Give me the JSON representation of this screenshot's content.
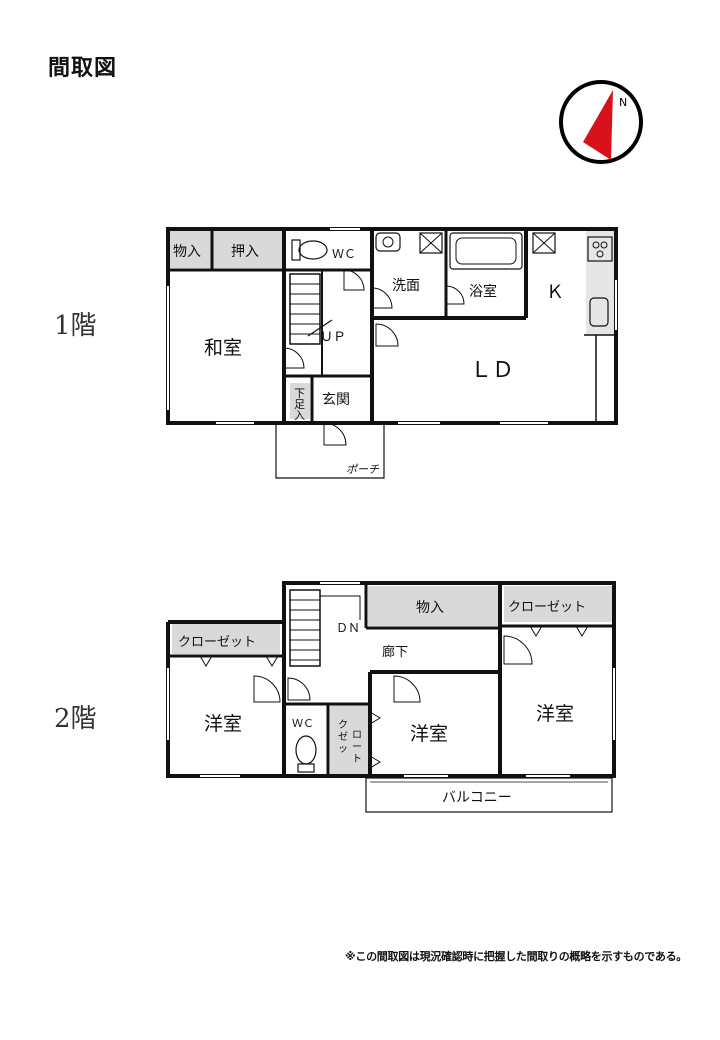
{
  "page": {
    "title": "間取図"
  },
  "compass": {
    "north_letter": "N",
    "arrow_color": "#d8121a"
  },
  "floor1": {
    "label": "1階",
    "rooms": {
      "monoire": "物入",
      "oshiire": "押入",
      "wc": "ＷＣ",
      "senmen": "洗面",
      "yokushitsu": "浴室",
      "k": "Ｋ",
      "washitsu": "和室",
      "up": "ＵＰ",
      "ld": "ＬＤ",
      "shitabako_1": "下",
      "shitabako_2": "足",
      "shitabako_3": "入",
      "genkan": "玄関",
      "porch": "ポーチ"
    }
  },
  "floor2": {
    "label": "2階",
    "rooms": {
      "monoire": "物入",
      "closet_right": "クローゼット",
      "closet_left": "クローゼット",
      "dn": "ＤＮ",
      "rouka": "廊下",
      "yoshitsu_left": "洋室",
      "wc": "ＷＣ",
      "closet_small_1": "ク",
      "closet_small_2": "ロ",
      "closet_small_3": "ー",
      "closet_small_4": "ゼ",
      "closet_small_5": "ッ",
      "closet_small_6": "ト",
      "yoshitsu_center": "洋室",
      "yoshitsu_right": "洋室",
      "balcony": "バルコニー"
    }
  },
  "footnote": "※この間取図は現況確認時に把握した間取りの概略を示すものである。"
}
